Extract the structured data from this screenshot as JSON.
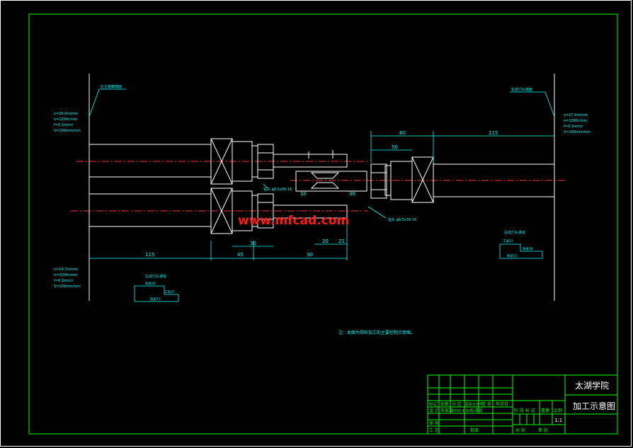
{
  "title_block": {
    "school": "太湖学院",
    "drawing_title": "加工示意图",
    "scale": "1:1",
    "row_headers": [
      "标记",
      "处数",
      "分 区",
      "更改文件号",
      "签 名",
      "年月日"
    ],
    "row_designer": [
      "设 计",
      "朱家浩",
      "2009.4.30",
      "标准化"
    ],
    "stage_headers": [
      "阶 段 标 记",
      "重量",
      "比例"
    ],
    "row_review": [
      "审 核"
    ],
    "row_process": [
      "工 艺",
      "批准"
    ],
    "sheet_info": [
      "共  张",
      "第  张"
    ]
  },
  "note": "注：本图为带料加工的主要控制示意图。",
  "watermark": "www.mfcad.com",
  "callouts": {
    "left_leader": "左主轴箱端面",
    "right_leader": "右动力头端面",
    "center_top": "钻头 φ8.5x30-16",
    "center_bottom": "钻头 φ8.5x30-16",
    "left_params": [
      "v=26.0m/min",
      "n=1000r/min",
      "f=0.1mm/r",
      "S=100mm/min"
    ],
    "right_params": [
      "v=27.0m/min",
      "n=1000r/min",
      "f=0.1mm/r",
      "S=100mm/min"
    ],
    "left_params_bottom": [
      "v=24.7m/min",
      "n=1000r/min",
      "f=0.1mm/r",
      "S=100mm/min"
    ],
    "left_feed_title": "左动力头进给",
    "right_feed_title": "右动力头进给",
    "feed_labels": [
      "快进36",
      "工进37",
      "快退73"
    ]
  },
  "dimensions": {
    "top_right_a": "80",
    "top_right_b": "115",
    "mid_right": "50",
    "bottom_left": "115",
    "bottom_b": "45",
    "bottom_c": "30",
    "bottom_d": "30",
    "bottom_e": "20",
    "bottom_f": "21",
    "center_gap": "30",
    "center_small": "10"
  },
  "colors": {
    "frame": "#00ff00",
    "part": "#ffffff",
    "dimension": "#00ffff",
    "centerline": "#ff3333",
    "watermark": "#ff1a1a"
  }
}
